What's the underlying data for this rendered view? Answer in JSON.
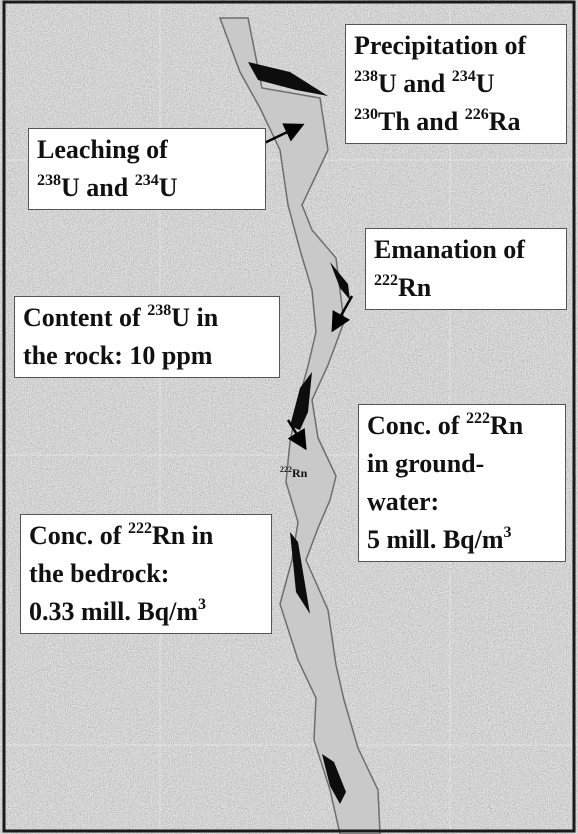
{
  "colors": {
    "rock_base": "#8c8c8c",
    "fracture_fill": "#c9c9c9",
    "fracture_edge": "#6e6e6e",
    "deposit": "#0d0d0d",
    "label_bg": "#ffffff",
    "frame": "#1a1a1a"
  },
  "labels": {
    "precipitation": {
      "line1": {
        "text": "Precipitation of"
      },
      "line2": {
        "iso1": "238",
        "el1": "U and",
        "iso2": "234",
        "el2": "U"
      },
      "line3": {
        "iso1": "230",
        "el1": "Th and",
        "iso2": "226",
        "el2": "Ra"
      }
    },
    "leaching": {
      "line1": {
        "text": "Leaching of"
      },
      "line2": {
        "iso1": "238",
        "el1": "U and",
        "iso2": "234",
        "el2": "U"
      }
    },
    "emanation": {
      "line1": {
        "text": "Emanation of"
      },
      "line2": {
        "iso": "222",
        "el": "Rn"
      }
    },
    "content": {
      "line1": {
        "pre": "Content of",
        "iso": "238",
        "post": "U in"
      },
      "line2": {
        "text": "the rock: 10 ppm"
      }
    },
    "conc_water": {
      "line1": {
        "pre": "Conc. of",
        "iso": "222",
        "post": "Rn"
      },
      "line2": {
        "text": "in ground-"
      },
      "line3": {
        "text": "water:"
      },
      "line4": {
        "text": "5 mill. Bq/m",
        "sup": "3"
      }
    },
    "conc_bedrock": {
      "line1": {
        "pre": "Conc. of",
        "iso": "222",
        "post": "Rn in"
      },
      "line2": {
        "text": "the bedrock:"
      },
      "line3": {
        "text": "0.33 mill. Bq/m",
        "sup": "3"
      }
    },
    "radon_marker": {
      "iso": "222",
      "el": "Rn"
    }
  }
}
